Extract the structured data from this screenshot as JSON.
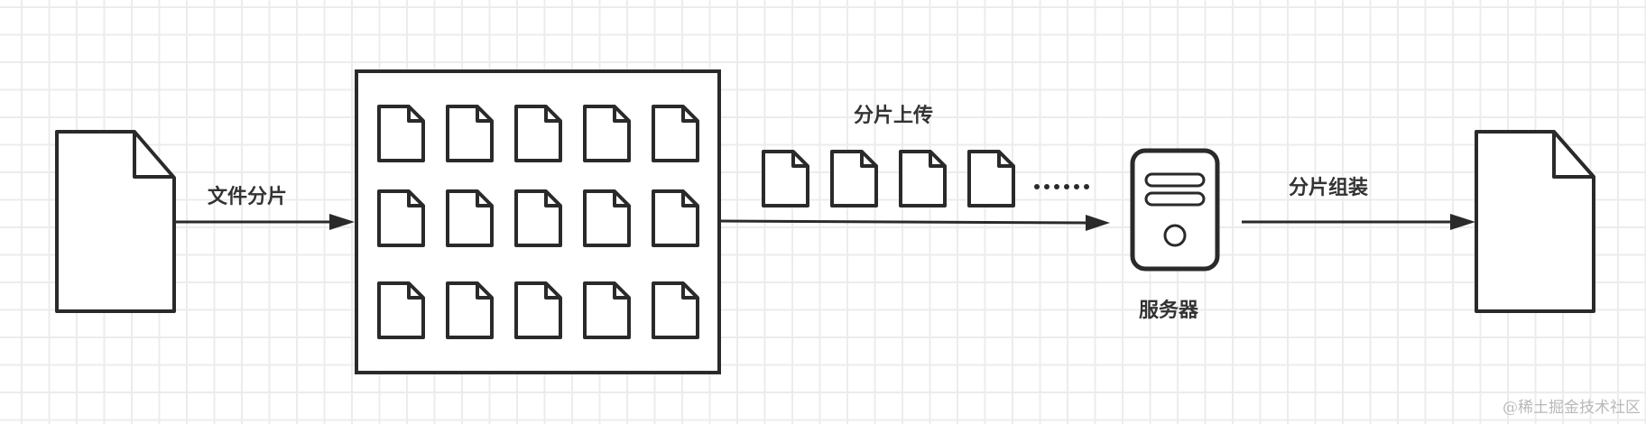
{
  "diagram": {
    "type": "flow",
    "stroke_color": "#2a2a2a",
    "text_color": "#333333",
    "grid_color": "#ececec",
    "nodes": [
      {
        "id": "source-file",
        "kind": "file-icon",
        "label": ""
      },
      {
        "id": "chunk-container",
        "kind": "box",
        "label": "",
        "chunk_rows": 3,
        "chunk_cols": 5
      },
      {
        "id": "upload-chunks",
        "kind": "file-icon-row",
        "count": 4,
        "ellipsis": "......"
      },
      {
        "id": "server",
        "kind": "server-icon",
        "label": "服务器"
      },
      {
        "id": "result-file",
        "kind": "file-icon",
        "label": ""
      }
    ],
    "edges": [
      {
        "from": "source-file",
        "to": "chunk-container",
        "label": "文件分片"
      },
      {
        "from": "chunk-container",
        "to": "server",
        "label": "分片上传"
      },
      {
        "from": "server",
        "to": "result-file",
        "label": "分片组装"
      }
    ]
  },
  "labels": {
    "split": "文件分片",
    "upload": "分片上传",
    "server": "服务器",
    "assemble": "分片组装",
    "ellipsis": "......"
  },
  "watermark": "@稀土掘金技术社区"
}
